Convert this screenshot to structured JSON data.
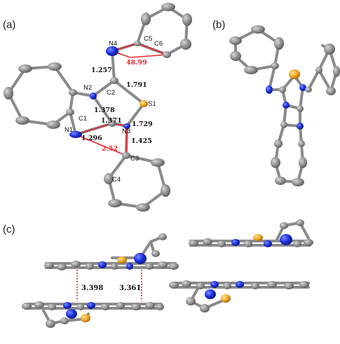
{
  "panels": {
    "a": {
      "label": "(a)"
    },
    "b": {
      "label": "(b)"
    },
    "c": {
      "label": "(c)"
    }
  },
  "atoms": {
    "N4": "N4",
    "C5": "C5",
    "C6": "C6",
    "N2": "N2",
    "C2": "C2",
    "S1": "S1",
    "C1": "C1",
    "N1": "N1",
    "N3": "N3",
    "C3": "C3",
    "C4": "C4"
  },
  "bond_lengths": {
    "n4_c2": "1.257",
    "c2_s1": "1.791",
    "n2_c1": "1.378",
    "c1_n3": "1.371",
    "s1_n3": "1.729",
    "c1_n1": "1.296",
    "n3_c3": "1.425"
  },
  "angles": {
    "torsion_upper": "48.99",
    "torsion_lower": "2.52"
  },
  "stacking": {
    "left": "3.398",
    "right": "3.361"
  },
  "colors": {
    "carbon": "#8a8a8a",
    "nitrogen": "#1a2fd8",
    "sulfur": "#e8a12a",
    "highlight": "#e8262c"
  }
}
